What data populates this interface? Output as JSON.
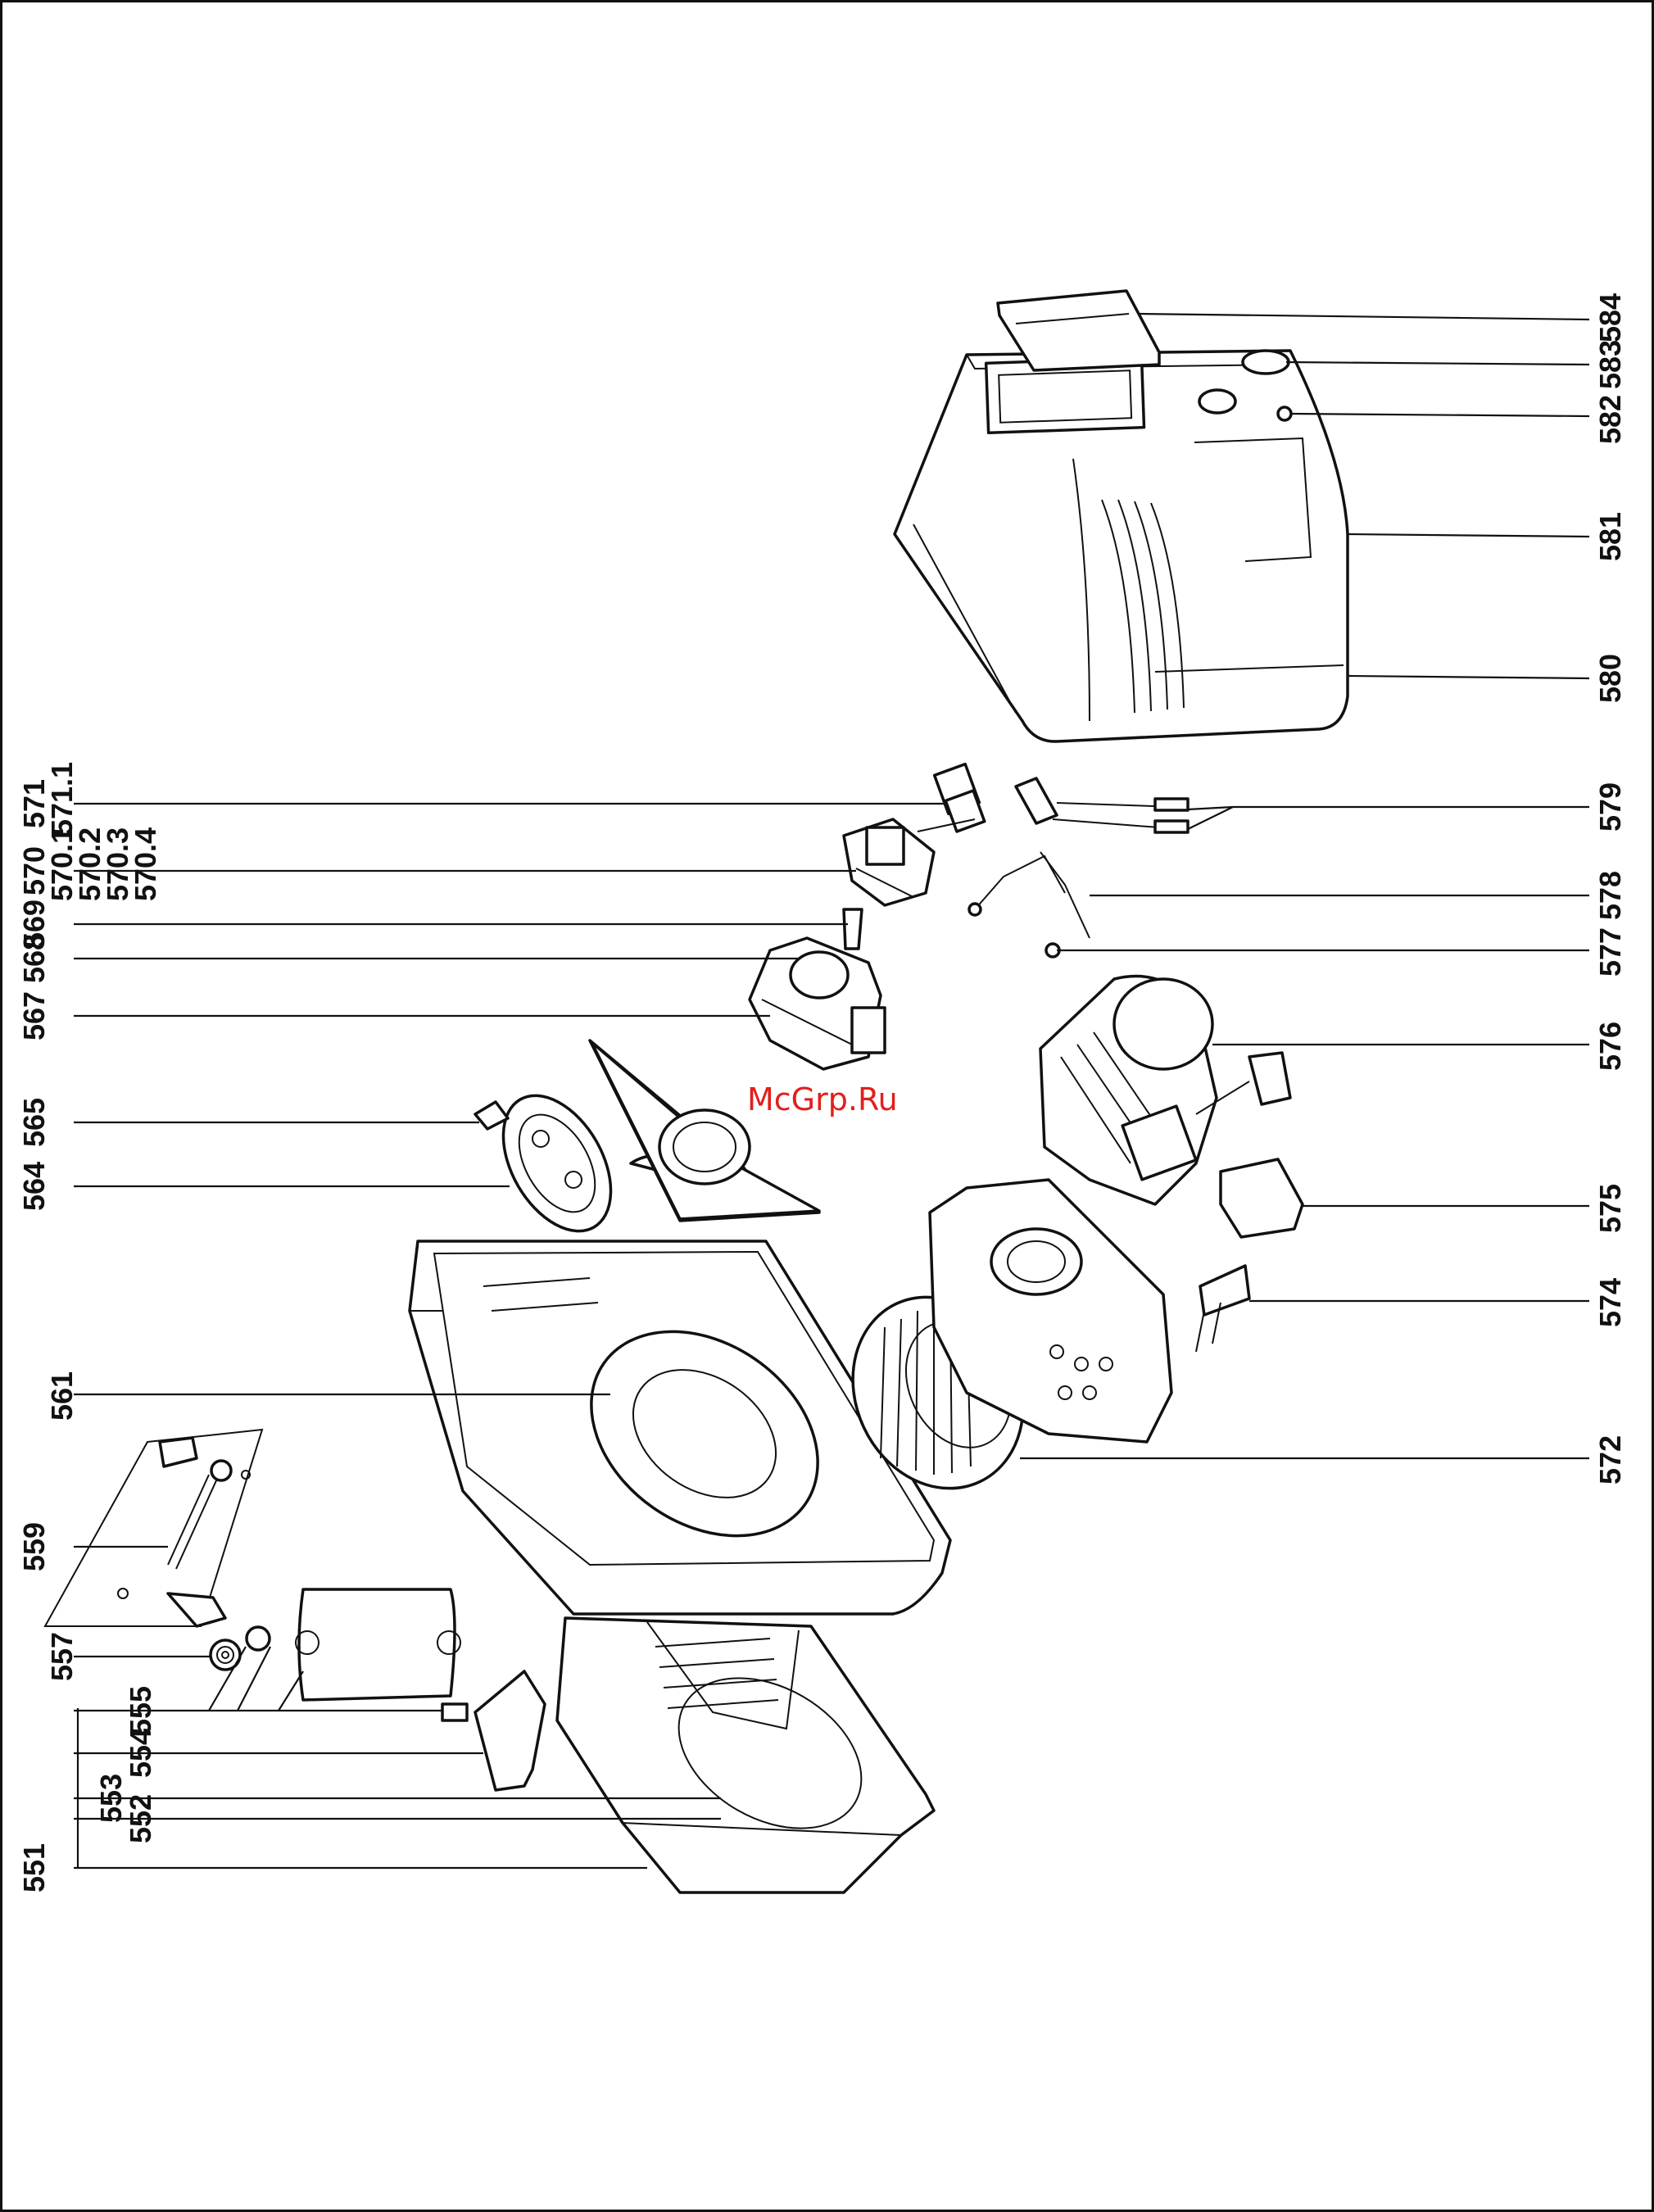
{
  "watermark": "McGrp.Ru",
  "labels": {
    "551": "551",
    "552": "552",
    "553": "553",
    "554": "554",
    "555": "555",
    "557": "557",
    "559": "559",
    "561": "561",
    "564": "564",
    "565": "565",
    "567": "567",
    "568": "568",
    "569": "569",
    "570": "570",
    "570_1": "570.1",
    "570_2": "570.2",
    "570_3": "570.3",
    "570_4": "570.4",
    "571": "571",
    "571_1": "571.1",
    "572": "572",
    "574": "574",
    "575": "575",
    "576": "576",
    "577": "577",
    "578": "578",
    "579": "579",
    "580": "580",
    "581": "581",
    "582": "582",
    "583": "583",
    "584": "584"
  }
}
